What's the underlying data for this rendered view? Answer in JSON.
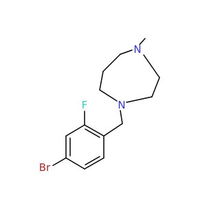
{
  "molecule": {
    "atoms": {
      "methyl_nitrogen": {
        "label": "N",
        "color": "#3333ee"
      },
      "benzyl_nitrogen": {
        "label": "N",
        "color": "#3333ee"
      },
      "fluorine": {
        "label": "F",
        "color": "#33cccc"
      },
      "bromine": {
        "label": "Br",
        "color": "#a52a2a"
      }
    },
    "bond_color": "#000000"
  }
}
